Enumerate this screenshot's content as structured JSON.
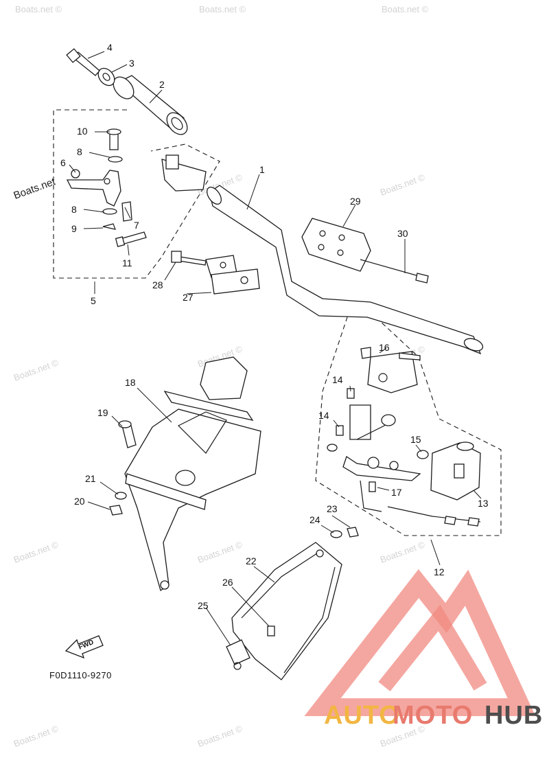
{
  "diagram": {
    "reference_code": "F0D1110-9270",
    "direction_marker": "FWD",
    "parts": [
      {
        "number": "1"
      },
      {
        "number": "2"
      },
      {
        "number": "3"
      },
      {
        "number": "4"
      },
      {
        "number": "5"
      },
      {
        "number": "6"
      },
      {
        "number": "7"
      },
      {
        "number": "8"
      },
      {
        "number": "8"
      },
      {
        "number": "9"
      },
      {
        "number": "10"
      },
      {
        "number": "11"
      },
      {
        "number": "12"
      },
      {
        "number": "13"
      },
      {
        "number": "14"
      },
      {
        "number": "14"
      },
      {
        "number": "15"
      },
      {
        "number": "16"
      },
      {
        "number": "17"
      },
      {
        "number": "18"
      },
      {
        "number": "19"
      },
      {
        "number": "20"
      },
      {
        "number": "21"
      },
      {
        "number": "22"
      },
      {
        "number": "23"
      },
      {
        "number": "24"
      },
      {
        "number": "25"
      },
      {
        "number": "26"
      },
      {
        "number": "27"
      },
      {
        "number": "28"
      },
      {
        "number": "29"
      },
      {
        "number": "30"
      }
    ]
  },
  "watermarks": {
    "text": "Boats.net ©",
    "label_text": "Boats.net"
  },
  "brand": {
    "part1": "AUTO",
    "part2": "MOTO",
    "part3": "HUB",
    "colors": {
      "auto": "#f2b642",
      "moto": "#e87a6e",
      "hub": "#4d4d4d",
      "logo": "#f08a80"
    }
  }
}
